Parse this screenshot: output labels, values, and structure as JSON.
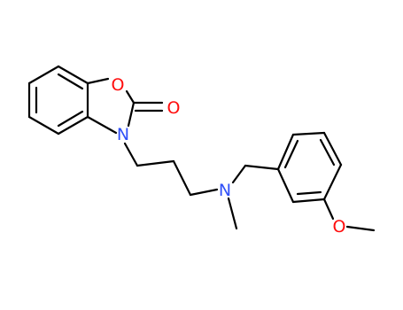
{
  "structure": {
    "atoms": {
      "ring_oxygen": "O",
      "carbonyl_oxygen": "O",
      "ring_nitrogen": "N",
      "amine_nitrogen": "N",
      "methoxy_oxygen": "O"
    },
    "colors": {
      "bond": "#000000",
      "oxygen": "#ff0d0d",
      "nitrogen": "#3050f8"
    }
  }
}
